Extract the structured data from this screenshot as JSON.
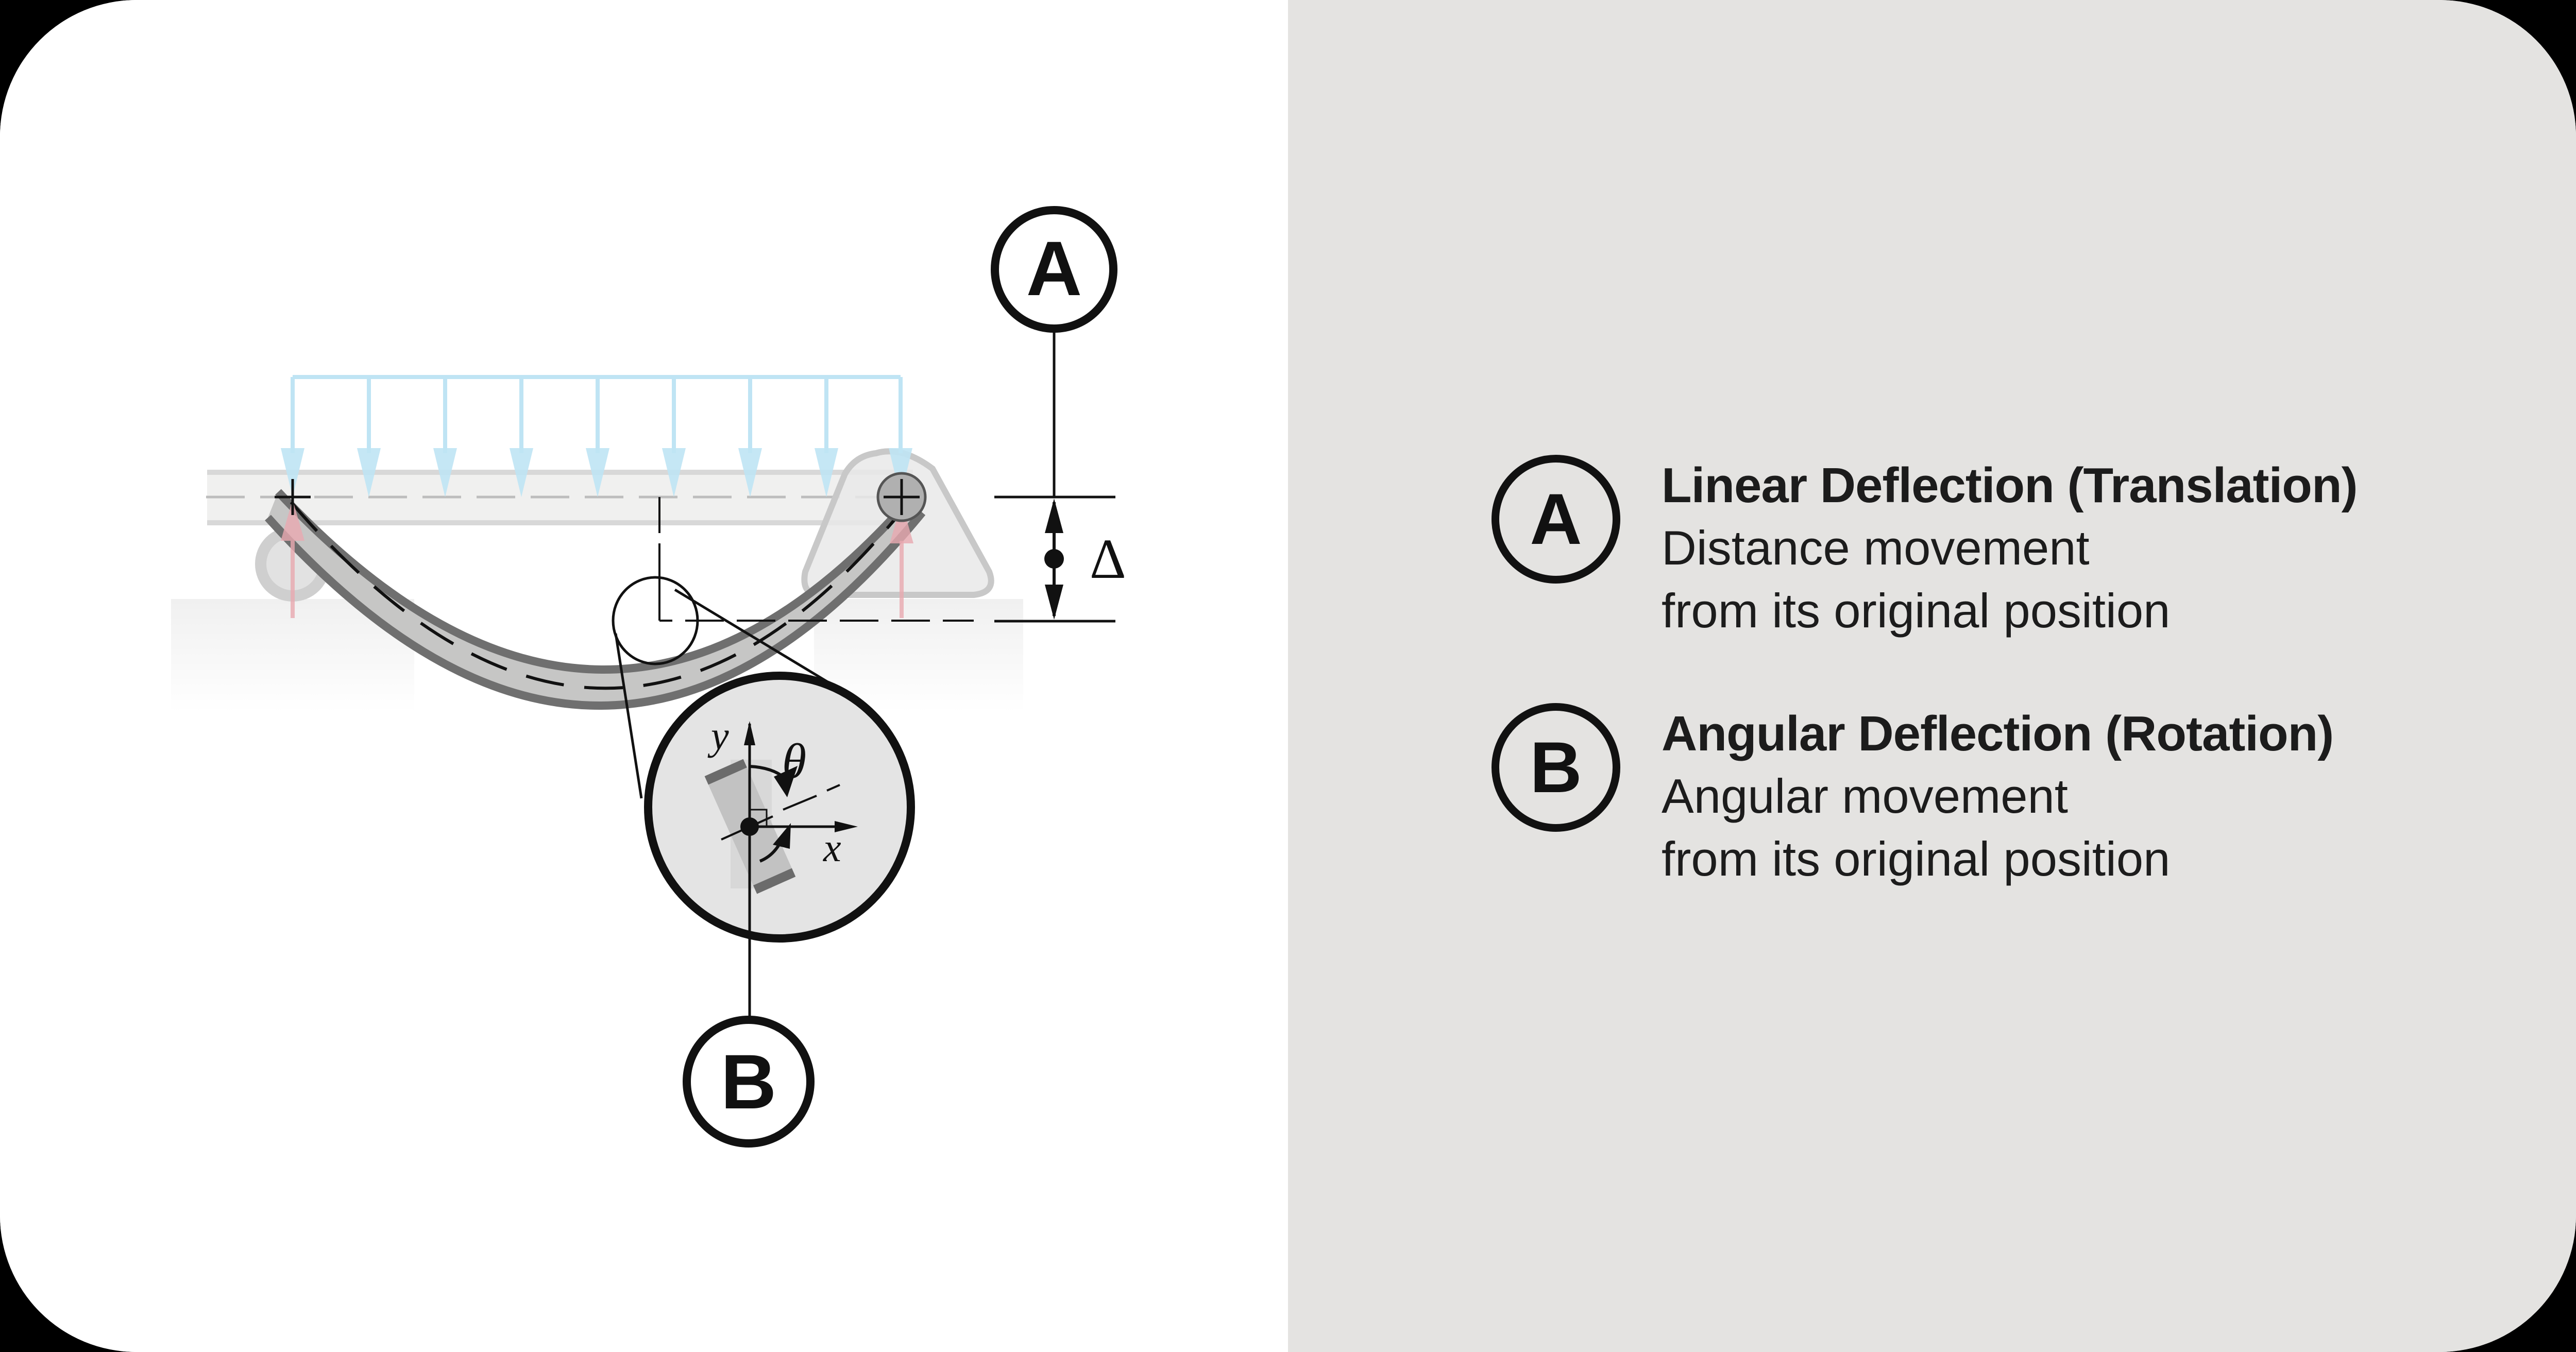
{
  "colors": {
    "corner_background": "#000000",
    "left_panel": "#ffffff",
    "right_panel": "#e4e3e1",
    "load_arrows": "#bfe4f4",
    "reaction_arrows": "#e9a9b0",
    "beam_fill": "#c6c6c5",
    "beam_edge": "#707070",
    "ink": "#111111"
  },
  "diagram": {
    "callout_a": {
      "label": "A"
    },
    "callout_b": {
      "label": "B"
    },
    "deflection_symbol": "Δ",
    "detail_view": {
      "y_axis_label": "y",
      "x_axis_label": "x",
      "angle_label": "θ"
    },
    "distributed_load_arrow_count": 9
  },
  "legend": {
    "items": [
      {
        "badge": "A",
        "title": "Linear Deflection (Translation)",
        "desc_line1": "Distance movement",
        "desc_line2": "from its original position"
      },
      {
        "badge": "B",
        "title": "Angular Deflection (Rotation)",
        "desc_line1": "Angular movement",
        "desc_line2": "from its original position"
      }
    ]
  }
}
